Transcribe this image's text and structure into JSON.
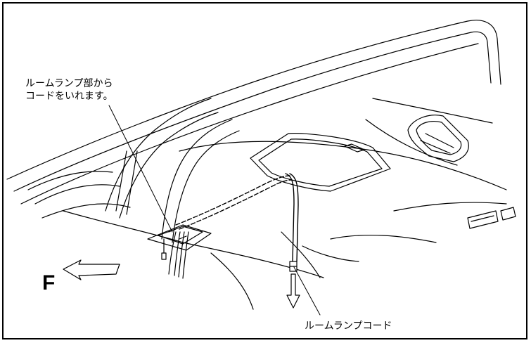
{
  "diagram": {
    "callouts": {
      "top_left_line1": "ルームランプ部から",
      "top_left_line2": "コードをいれます。",
      "bottom_right": "ルームランプコード"
    },
    "direction_label": "F"
  }
}
